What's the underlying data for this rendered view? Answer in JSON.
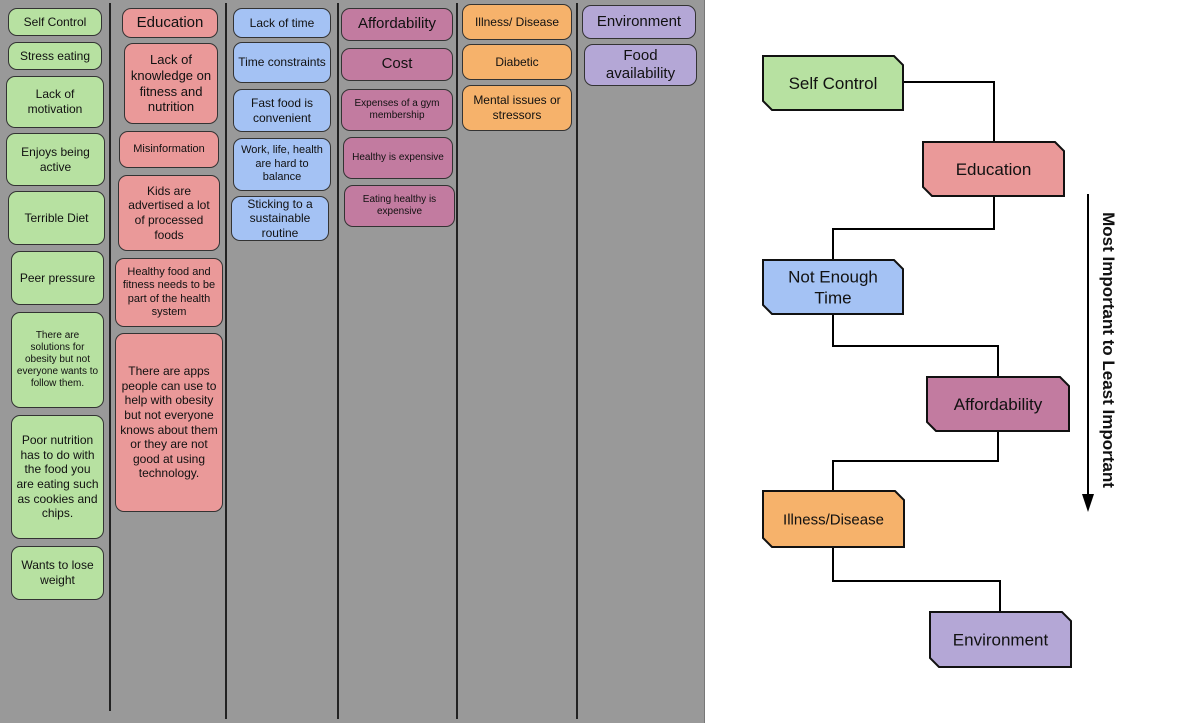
{
  "board": {
    "columns": [
      {
        "notes": [
          {
            "text": "Self Control",
            "color": "green"
          },
          {
            "text": "Stress eating",
            "color": "green"
          },
          {
            "text": "Lack of motivation",
            "color": "green"
          },
          {
            "text": "Enjoys being active",
            "color": "green"
          },
          {
            "text": "Terrible Diet",
            "color": "green"
          },
          {
            "text": "Peer pressure",
            "color": "green"
          },
          {
            "text": "There are solutions for obesity but not everyone wants to follow them.",
            "color": "green"
          },
          {
            "text": "Poor nutrition has to do with the food you are eating such as cookies and chips.",
            "color": "green"
          },
          {
            "text": "Wants to lose weight",
            "color": "green"
          }
        ]
      },
      {
        "notes": [
          {
            "text": "Education",
            "color": "red"
          },
          {
            "text": "Lack of knowledge on fitness and nutrition",
            "color": "red"
          },
          {
            "text": "Misinformation",
            "color": "red"
          },
          {
            "text": "Kids are advertised a lot of processed foods",
            "color": "red"
          },
          {
            "text": "Healthy food and fitness needs to be part of the health system",
            "color": "red"
          },
          {
            "text": "There are apps people can use to help with obesity but not everyone knows about them or they are not good at using technology.",
            "color": "red"
          }
        ]
      },
      {
        "notes": [
          {
            "text": "Lack of time",
            "color": "blue"
          },
          {
            "text": "Time constraints",
            "color": "blue"
          },
          {
            "text": "Fast food is convenient",
            "color": "blue"
          },
          {
            "text": "Work, life, health are hard to balance",
            "color": "blue"
          },
          {
            "text": "Sticking to a sustainable routine",
            "color": "blue"
          }
        ]
      },
      {
        "notes": [
          {
            "text": "Affordability",
            "color": "magenta"
          },
          {
            "text": "Cost",
            "color": "magenta"
          },
          {
            "text": "Expenses of a gym membership",
            "color": "magenta"
          },
          {
            "text": "Healthy is expensive",
            "color": "magenta"
          },
          {
            "text": "Eating healthy is expensive",
            "color": "magenta"
          }
        ]
      },
      {
        "notes": [
          {
            "text": "Illness/ Disease",
            "color": "orange"
          },
          {
            "text": "Diabetic",
            "color": "orange"
          },
          {
            "text": "Mental issues or stressors",
            "color": "orange"
          }
        ]
      },
      {
        "notes": [
          {
            "text": "Environment",
            "color": "purple"
          },
          {
            "text": "Food availability",
            "color": "purple"
          }
        ]
      }
    ]
  },
  "flow": {
    "steps": [
      {
        "label": "Self Control",
        "color": "#b7e1a1"
      },
      {
        "label": "Education",
        "color": "#ea9999"
      },
      {
        "label": "Not Enough Time",
        "color": "#a4c2f4"
      },
      {
        "label": "Affordability",
        "color": "#c27ba0"
      },
      {
        "label": "Illness/Disease",
        "color": "#f6b26b"
      },
      {
        "label": "Environment",
        "color": "#b4a7d6"
      }
    ],
    "axis_label": "Most Important to Least Important"
  }
}
